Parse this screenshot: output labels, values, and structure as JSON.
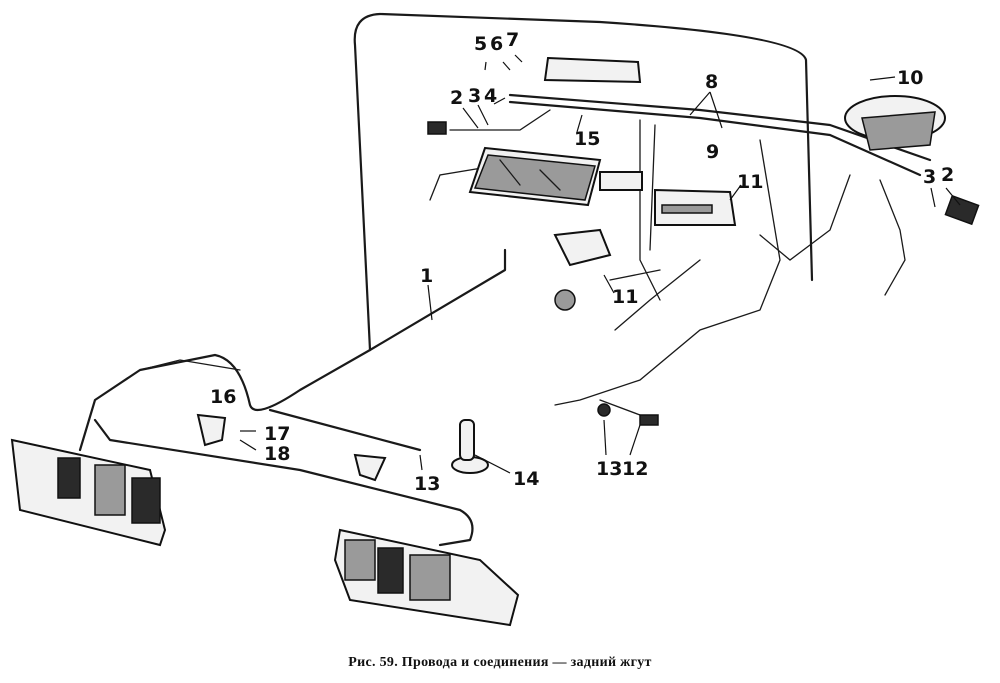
{
  "caption": "Рис. 59. Провода и соединения — задний жгут",
  "callouts": {
    "c1": "1",
    "c2a": "2",
    "c3a": "3",
    "c4": "4",
    "c5": "5",
    "c6": "6",
    "c7": "7",
    "c8": "8",
    "c9": "9",
    "c10": "10",
    "c3b": "3",
    "c2b": "2",
    "c11a": "11",
    "c11b": "11",
    "c15": "15",
    "c16": "16",
    "c17": "17",
    "c18": "18",
    "c13a": "13",
    "c14": "14",
    "c13b": "13",
    "c12": "12"
  }
}
